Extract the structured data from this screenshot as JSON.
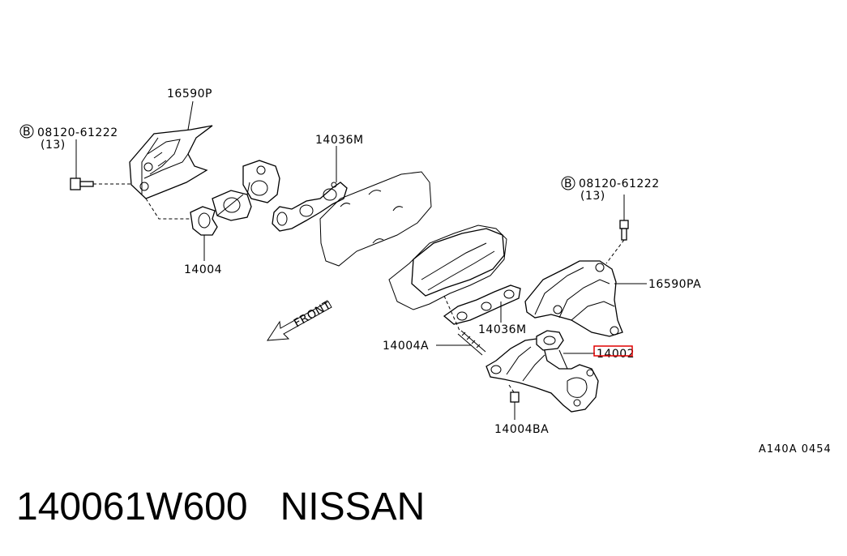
{
  "labels": {
    "heat_shield_left": "16590P",
    "bolt_left": "08120-61222",
    "bolt_left_qty": "(13)",
    "gasket_left": "14036M",
    "manifold_left": "14004",
    "heat_shield_right": "16590PA",
    "bolt_right": "08120-61222",
    "bolt_right_qty": "(13)",
    "stud": "14004A",
    "gasket_right": "14036M",
    "manifold_right": "14002",
    "nut": "14004BA",
    "front_arrow": "FRONT",
    "bolt_symbol": "B"
  },
  "diagram_code": "A140A 0454",
  "footer": {
    "part_number": "140061W600",
    "brand": "NISSAN"
  },
  "colors": {
    "line": "#000000",
    "highlight": "#e00000",
    "background": "#ffffff"
  }
}
